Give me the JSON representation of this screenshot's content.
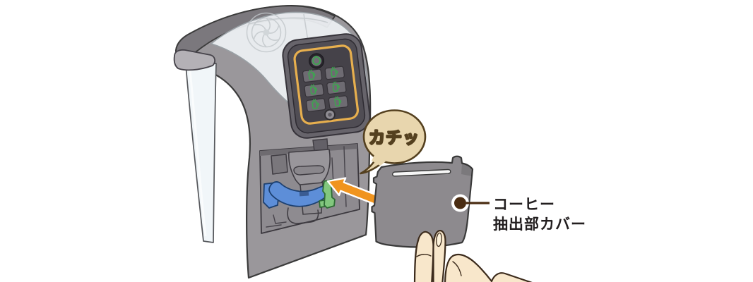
{
  "illustration": {
    "bubble": {
      "text": "カチッ"
    },
    "label": {
      "line1": "コーヒー",
      "line2": "抽出部カバー"
    },
    "colors": {
      "arrow_orange": "#F0941E",
      "bubble_fill": "#E8D6AE",
      "bubble_outline": "#54401F",
      "bubble_text": "#4A3417",
      "label_text": "#221E1F",
      "callout_brown": "#4A2C12",
      "machine_gray": "#9A979B",
      "cover_gray": "#8D8A8E",
      "handle_blue": "#5D8ED8",
      "latch_green": "#82C77E",
      "panel_gold": "#E7AF4E",
      "button_icon_green": "#3AA94D",
      "skin": "#F8E7CB"
    }
  }
}
